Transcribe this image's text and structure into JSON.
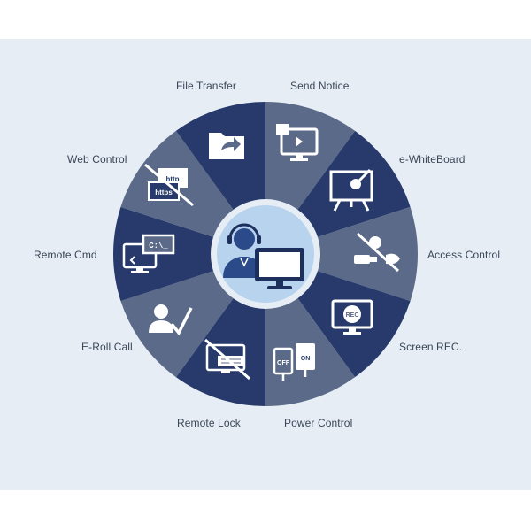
{
  "diagram": {
    "center_icon": "support-agent-with-monitor-icon",
    "features": [
      {
        "label": "File Transfer",
        "icon": "folder-share-icon",
        "color": "#5b6a88"
      },
      {
        "label": "Send Notice",
        "icon": "monitor-notice-icon",
        "color": "#273a6b"
      },
      {
        "label": "e-WhiteBoard",
        "icon": "whiteboard-icon",
        "color": "#5b6a88"
      },
      {
        "label": "Access Control",
        "icon": "usb-blocked-icon",
        "color": "#273a6b"
      },
      {
        "label": "Screen REC.",
        "icon": "screen-record-icon",
        "color": "#5b6a88"
      },
      {
        "label": "Power Control",
        "icon": "power-switch-icon",
        "color": "#273a6b"
      },
      {
        "label": "Remote Lock",
        "icon": "keyboard-lock-icon",
        "color": "#5b6a88"
      },
      {
        "label": "E-Roll Call",
        "icon": "user-check-icon",
        "color": "#273a6b"
      },
      {
        "label": "Remote Cmd",
        "icon": "command-prompt-icon",
        "color": "#5b6a88"
      },
      {
        "label": "Web Control",
        "icon": "web-blocked-icon",
        "color": "#273a6b"
      }
    ],
    "icon_text": {
      "cmd": "C:\\_",
      "rec": "REC",
      "off": "OFF",
      "on": "ON",
      "http": "http",
      "https": "https"
    },
    "colors": {
      "dark_segment": "#273a6b",
      "light_segment": "#5b6a88",
      "center_fill": "#b7d3ee",
      "center_ring": "#e6edf5",
      "background": "#e6edf5"
    }
  }
}
